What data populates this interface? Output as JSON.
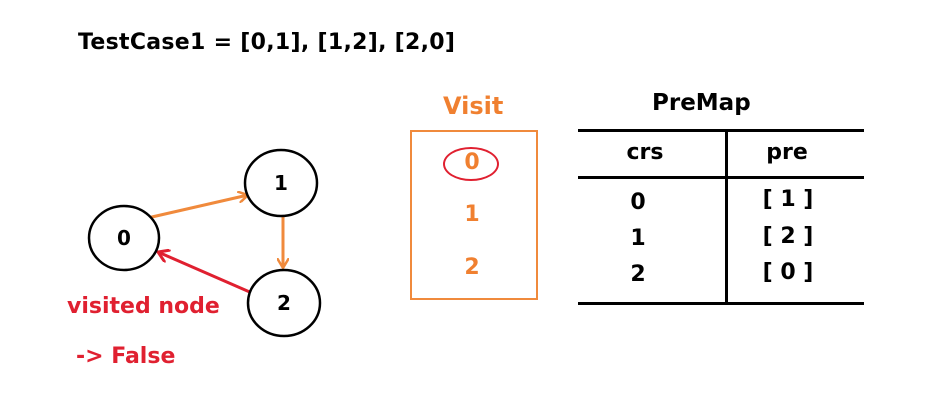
{
  "title": "TestCase1  =  [0,1],  [1,2],  [2,0]",
  "graph": {
    "nodes": [
      {
        "id": "0",
        "label": "0"
      },
      {
        "id": "1",
        "label": "1"
      },
      {
        "id": "2",
        "label": "2"
      }
    ],
    "edges": [
      {
        "from": "0",
        "to": "1",
        "color": "#f08a3c"
      },
      {
        "from": "1",
        "to": "2",
        "color": "#f08a3c"
      },
      {
        "from": "2",
        "to": "0",
        "color": "#e02030"
      }
    ]
  },
  "annotation": {
    "line1": "visited node",
    "line2": "-> False",
    "color": "#e02030"
  },
  "visit": {
    "title": "Visit",
    "items": [
      "0",
      "1",
      "2"
    ],
    "highlighted": "0",
    "color": "#f08a3c"
  },
  "premap": {
    "title": "PreMap",
    "headers": [
      "crs",
      "pre"
    ],
    "rows": [
      [
        "0",
        "[ 1 ]"
      ],
      [
        "1",
        "[ 2 ]"
      ],
      [
        "2",
        "[ 0 ]"
      ]
    ]
  }
}
